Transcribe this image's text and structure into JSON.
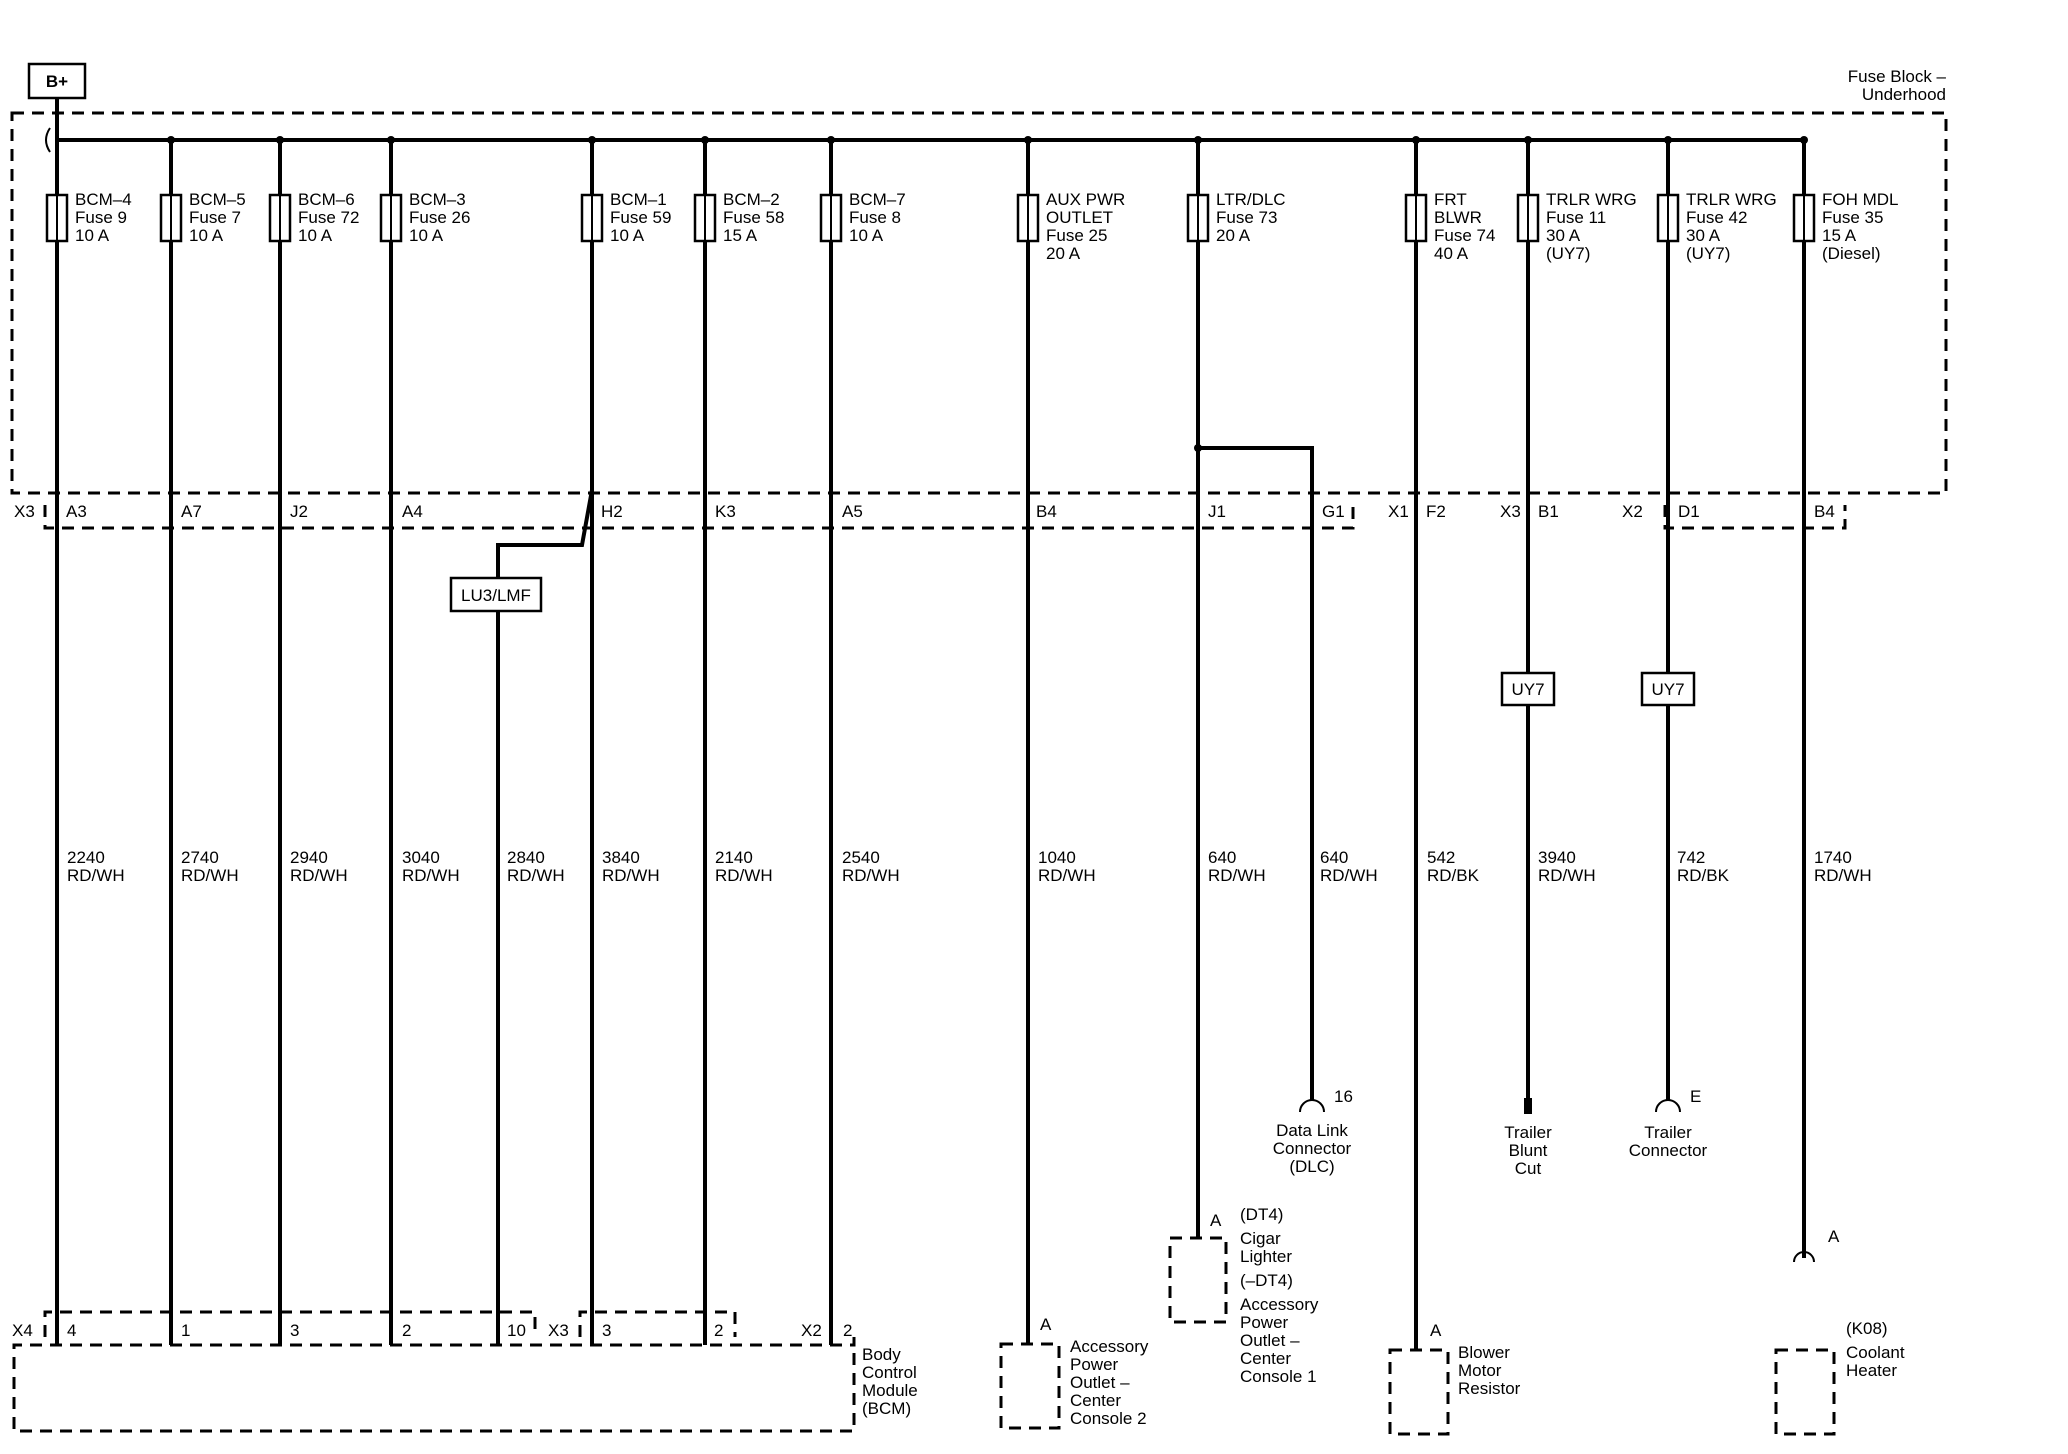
{
  "power": {
    "label": "B+"
  },
  "fuse_block": {
    "title": [
      "Fuse Block –",
      "Underhood"
    ]
  },
  "fuses": [
    {
      "lines": [
        "BCM–4",
        "Fuse 9",
        "10 A"
      ]
    },
    {
      "lines": [
        "BCM–5",
        "Fuse 7",
        "10 A"
      ]
    },
    {
      "lines": [
        "BCM–6",
        "Fuse 72",
        "10 A"
      ]
    },
    {
      "lines": [
        "BCM–3",
        "Fuse 26",
        "10 A"
      ]
    },
    {
      "lines": [
        "BCM–1",
        "Fuse 59",
        "10 A"
      ]
    },
    {
      "lines": [
        "BCM–2",
        "Fuse 58",
        "15 A"
      ]
    },
    {
      "lines": [
        "BCM–7",
        "Fuse 8",
        "10 A"
      ]
    },
    {
      "lines": [
        "AUX PWR",
        "OUTLET",
        "Fuse 25",
        "20 A"
      ]
    },
    {
      "lines": [
        "LTR/DLC",
        "Fuse 73",
        "20 A"
      ]
    },
    {
      "lines": [
        "FRT",
        "BLWR",
        "Fuse 74",
        "40 A"
      ]
    },
    {
      "lines": [
        "TRLR WRG",
        "Fuse 11",
        "30 A",
        "(UY7)"
      ]
    },
    {
      "lines": [
        "TRLR WRG",
        "Fuse 42",
        "30 A",
        "(UY7)"
      ]
    },
    {
      "lines": [
        "FOH MDL",
        "Fuse 35",
        "15 A",
        "(Diesel)"
      ]
    }
  ],
  "connector_labels": [
    "X3",
    "X1",
    "X3",
    "X2"
  ],
  "pins": [
    "A3",
    "A7",
    "J2",
    "A4",
    "H2",
    "K3",
    "A5",
    "B4",
    "J1",
    "G1",
    "F2",
    "B1",
    "D1",
    "B4"
  ],
  "options": {
    "lu3": "LU3/LMF",
    "uy7_1": "UY7",
    "uy7_2": "UY7"
  },
  "wires": [
    {
      "circuit": "2240",
      "color": "RD/WH"
    },
    {
      "circuit": "2740",
      "color": "RD/WH"
    },
    {
      "circuit": "2940",
      "color": "RD/WH"
    },
    {
      "circuit": "3040",
      "color": "RD/WH"
    },
    {
      "circuit": "2840",
      "color": "RD/WH"
    },
    {
      "circuit": "3840",
      "color": "RD/WH"
    },
    {
      "circuit": "2140",
      "color": "RD/WH"
    },
    {
      "circuit": "2540",
      "color": "RD/WH"
    },
    {
      "circuit": "1040",
      "color": "RD/WH"
    },
    {
      "circuit": "640",
      "color": "RD/WH"
    },
    {
      "circuit": "640",
      "color": "RD/WH"
    },
    {
      "circuit": "542",
      "color": "RD/BK"
    },
    {
      "circuit": "3940",
      "color": "RD/WH"
    },
    {
      "circuit": "742",
      "color": "RD/BK"
    },
    {
      "circuit": "1740",
      "color": "RD/WH"
    }
  ],
  "bcm": {
    "conn_x4": "X4",
    "conn_x3": "X3",
    "conn_x2": "X2",
    "pins": [
      "4",
      "1",
      "3",
      "2",
      "10",
      "3",
      "2",
      "2"
    ],
    "name": [
      "Body",
      "Control",
      "Module",
      "(BCM)"
    ]
  },
  "components": {
    "dlc": {
      "pin": "16",
      "name": [
        "Data Link",
        "Connector",
        "(DLC)"
      ]
    },
    "trailer_cut": {
      "name": [
        "Trailer",
        "Blunt",
        "Cut"
      ]
    },
    "trailer_conn": {
      "pin": "E",
      "name": [
        "Trailer",
        "Connector"
      ]
    },
    "cigar": {
      "pin": "A",
      "opt1": "(DT4)",
      "name1": [
        "Cigar",
        "Lighter"
      ],
      "opt2": "(–DT4)",
      "name2": [
        "Accessory",
        "Power",
        "Outlet –",
        "Center",
        "Console 1"
      ]
    },
    "acc2": {
      "pin": "A",
      "name": [
        "Accessory",
        "Power",
        "Outlet –",
        "Center",
        "Console 2"
      ]
    },
    "blower": {
      "pin": "A",
      "name": [
        "Blower",
        "Motor",
        "Resistor"
      ]
    },
    "coolant": {
      "pin": "A",
      "opt": "(K08)",
      "name": [
        "Coolant",
        "Heater"
      ]
    }
  }
}
